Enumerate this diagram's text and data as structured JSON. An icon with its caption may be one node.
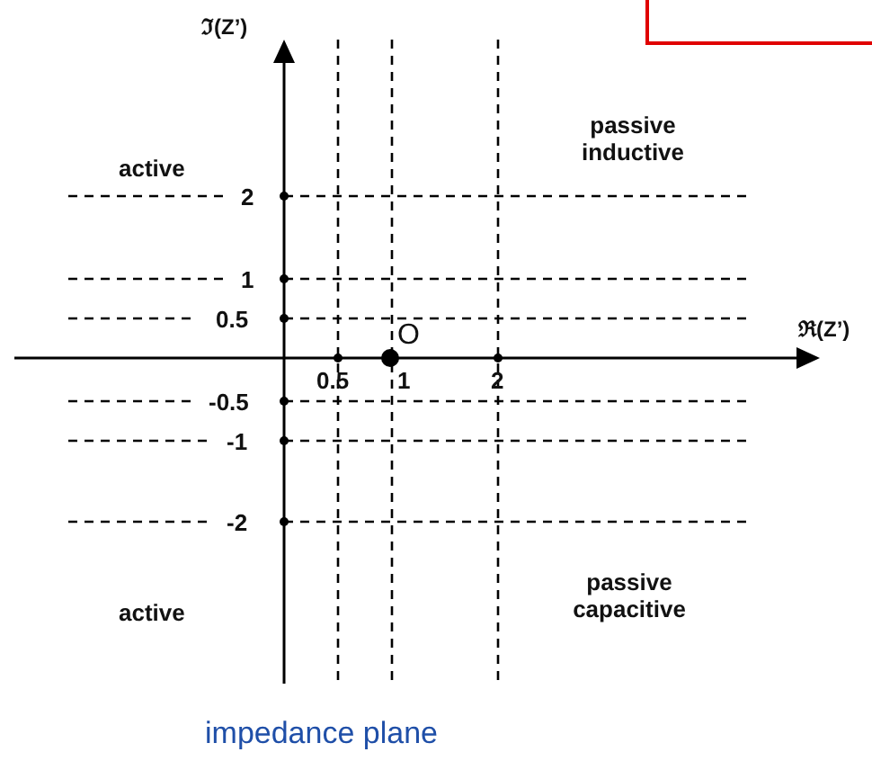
{
  "diagram": {
    "caption": "impedance plane",
    "labels": [
      "ℑ(Z’)",
      "passive inductive",
      "active",
      "2",
      "1",
      "0.5",
      "O",
      "ℜ(Z’)",
      "0.5",
      "1",
      "2",
      "-0.5",
      "-1",
      "-2",
      "active",
      "passive capacitive"
    ]
  }
}
